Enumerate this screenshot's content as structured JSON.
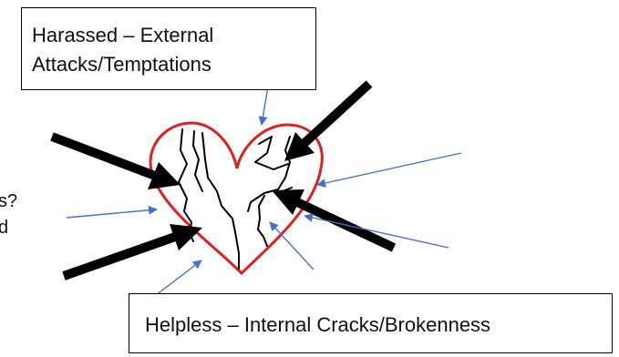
{
  "labels": {
    "top_line1": "Harassed – External",
    "top_line2": "Attacks/Temptations",
    "bottom": "Helpless – Internal Cracks/Brokenness",
    "left_line1": "s?",
    "left_line2": "d"
  },
  "icons": [
    "broken-heart-icon",
    "black-arrow-icon",
    "blue-arrow-icon"
  ],
  "colors": {
    "heart_outline": "#e02020",
    "crack": "#000000",
    "black_arrow": "#000000",
    "blue_arrow": "#4472c4"
  }
}
